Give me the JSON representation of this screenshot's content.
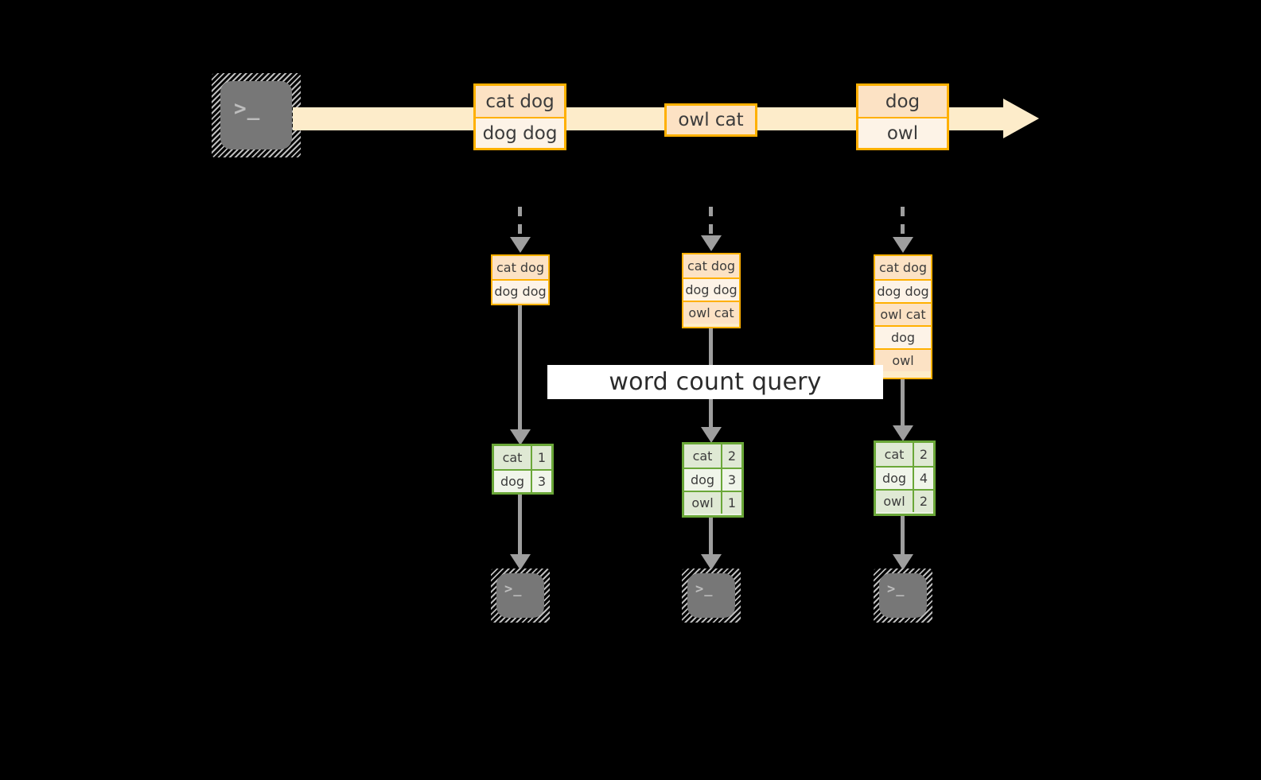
{
  "diagram": {
    "title": "word count streaming query",
    "colors": {
      "background": "#000000",
      "stream_fill": "#fdecca",
      "event_border": "#ffb000",
      "event_fill_dark": "#fce2c4",
      "event_fill_light": "#fdf3e7",
      "result_border": "#6aa738",
      "result_fill_dark": "#dfe9d4",
      "result_fill_light": "#f0f5ea",
      "connector": "#9e9e9e",
      "terminal_face": "#777777",
      "label_fill": "#ffffff"
    }
  },
  "query_label": {
    "text": "word count query"
  },
  "source_terminal": {
    "icon": "terminal-icon",
    "prompt": ">_"
  },
  "stream": {
    "icon": "arrow-right-icon",
    "events": [
      {
        "lines": [
          "cat dog",
          "dog dog"
        ]
      },
      {
        "lines": [
          "owl cat"
        ]
      },
      {
        "lines": [
          "dog",
          "owl"
        ]
      }
    ]
  },
  "columns": [
    {
      "input_table": {
        "rows": [
          "cat dog",
          "dog dog"
        ]
      },
      "result_table": {
        "rows": [
          {
            "word": "cat",
            "count": "1"
          },
          {
            "word": "dog",
            "count": "3"
          }
        ]
      },
      "sink_terminal": {
        "icon": "terminal-icon",
        "prompt": ">_"
      }
    },
    {
      "input_table": {
        "rows": [
          "cat dog",
          "dog dog",
          "owl cat"
        ]
      },
      "result_table": {
        "rows": [
          {
            "word": "cat",
            "count": "2"
          },
          {
            "word": "dog",
            "count": "3"
          },
          {
            "word": "owl",
            "count": "1"
          }
        ]
      },
      "sink_terminal": {
        "icon": "terminal-icon",
        "prompt": ">_"
      }
    },
    {
      "input_table": {
        "rows": [
          "cat dog",
          "dog dog",
          "owl cat",
          "dog",
          "owl"
        ]
      },
      "result_table": {
        "rows": [
          {
            "word": "cat",
            "count": "2"
          },
          {
            "word": "dog",
            "count": "4"
          },
          {
            "word": "owl",
            "count": "2"
          }
        ]
      },
      "sink_terminal": {
        "icon": "terminal-icon",
        "prompt": ">_"
      }
    }
  ]
}
